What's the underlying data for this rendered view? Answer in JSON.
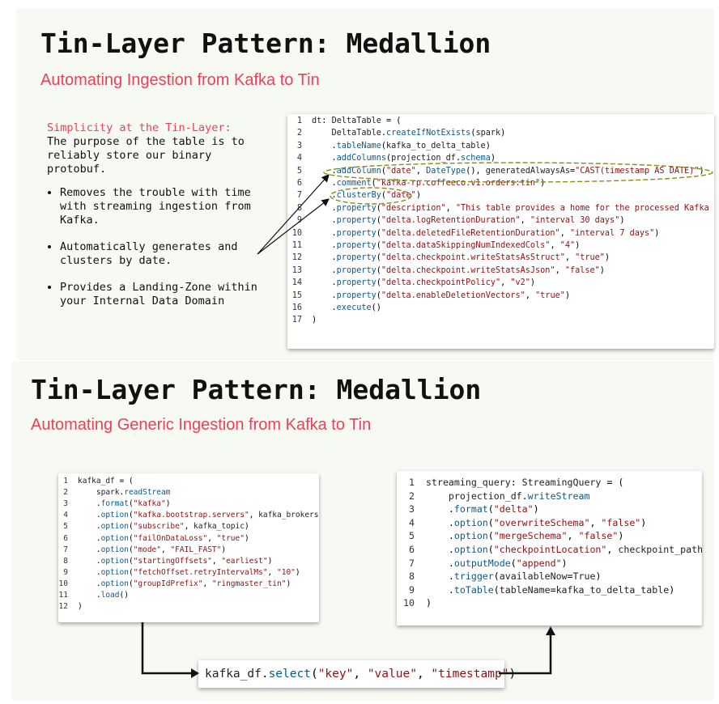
{
  "slide1": {
    "title": "Tin-Layer Pattern: Medallion",
    "subtitle": "Automating Ingestion from Kafka to Tin",
    "intro_highlight": "Simplicity at the Tin-Layer:",
    "intro_text": "The purpose of the table is to reliably store our binary protobuf.",
    "bullets": [
      "Removes the trouble with time with streaming ingestion from Kafka.",
      "Automatically generates and clusters by date.",
      "Provides a Landing-Zone within your Internal Data Domain"
    ],
    "code": [
      {
        "n": "1",
        "t": "dt: DeltaTable = ("
      },
      {
        "n": "2",
        "t": "    DeltaTable.createIfNotExists(spark)"
      },
      {
        "n": "3",
        "t": "    .tableName(kafka_to_delta_table)"
      },
      {
        "n": "4",
        "t": "    .addColumns(projection_df.schema)"
      },
      {
        "n": "5",
        "t": "    .addColumn(\"date\", DateType(), generatedAlwaysAs=\"CAST(timestamp AS DATE)\")"
      },
      {
        "n": "6",
        "t": "    .comment(\"kafka-rp.coffeeco.v1.orders:tin\")"
      },
      {
        "n": "7",
        "t": "    .clusterBy(\"date\")"
      },
      {
        "n": "8",
        "t": "    .property(\"description\", \"This table provides a home for the processed Kafka"
      },
      {
        "n": "9",
        "t": "    .property(\"delta.logRetentionDuration\", \"interval 30 days\")"
      },
      {
        "n": "10",
        "t": "    .property(\"delta.deletedFileRetentionDuration\", \"interval 7 days\")"
      },
      {
        "n": "11",
        "t": "    .property(\"delta.dataSkippingNumIndexedCols\", \"4\")"
      },
      {
        "n": "12",
        "t": "    .property(\"delta.checkpoint.writeStatsAsStruct\", \"true\")"
      },
      {
        "n": "13",
        "t": "    .property(\"delta.checkpoint.writeStatsAsJson\", \"false\")"
      },
      {
        "n": "14",
        "t": "    .property(\"delta.checkpointPolicy\", \"v2\")"
      },
      {
        "n": "15",
        "t": "    .property(\"delta.enableDeletionVectors\", \"true\")"
      },
      {
        "n": "16",
        "t": "    .execute()"
      },
      {
        "n": "17",
        "t": ")"
      }
    ]
  },
  "slide2": {
    "title": "Tin-Layer Pattern: Medallion",
    "subtitle": "Automating Generic Ingestion from Kafka to Tin",
    "code_left": [
      {
        "n": "1",
        "t": "kafka_df = ("
      },
      {
        "n": "2",
        "t": "    spark.readStream"
      },
      {
        "n": "3",
        "t": "    .format(\"kafka\")"
      },
      {
        "n": "4",
        "t": "    .option(\"kafka.bootstrap.servers\", kafka_brokers)"
      },
      {
        "n": "5",
        "t": "    .option(\"subscribe\", kafka_topic)"
      },
      {
        "n": "6",
        "t": "    .option(\"failOnDataLoss\", \"true\")"
      },
      {
        "n": "7",
        "t": "    .option(\"mode\", \"FAIL_FAST\")"
      },
      {
        "n": "8",
        "t": "    .option(\"startingOffsets\", \"earliest\")"
      },
      {
        "n": "9",
        "t": "    .option(\"fetchOffset.retryIntervalMs\", \"10\")"
      },
      {
        "n": "10",
        "t": "    .option(\"groupIdPrefix\", \"ringmaster_tin\")"
      },
      {
        "n": "11",
        "t": "    .load()"
      },
      {
        "n": "12",
        "t": ")"
      }
    ],
    "code_right": [
      {
        "n": "1",
        "t": "streaming_query: StreamingQuery = ("
      },
      {
        "n": "2",
        "t": "    projection_df.writeStream"
      },
      {
        "n": "3",
        "t": "    .format(\"delta\")"
      },
      {
        "n": "4",
        "t": "    .option(\"overwriteSchema\", \"false\")"
      },
      {
        "n": "5",
        "t": "    .option(\"mergeSchema\", \"false\")"
      },
      {
        "n": "6",
        "t": "    .option(\"checkpointLocation\", checkpoint_path)"
      },
      {
        "n": "7",
        "t": "    .outputMode(\"append\")"
      },
      {
        "n": "8",
        "t": "    .trigger(availableNow=True)"
      },
      {
        "n": "9",
        "t": "    .toTable(tableName=kafka_to_delta_table)"
      },
      {
        "n": "10",
        "t": ")"
      }
    ],
    "select_expr": "kafka_df.select(\"key\", \"value\", \"timestamp\")"
  }
}
